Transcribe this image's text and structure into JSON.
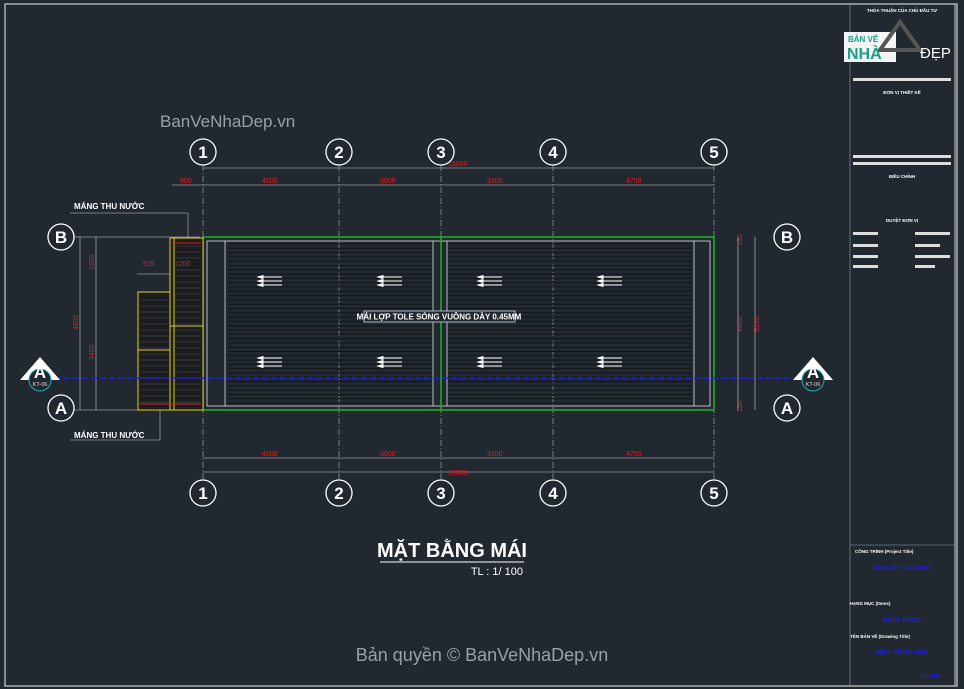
{
  "watermark_top": "BanVeNhaDep.vn",
  "watermark_bottom": "Bản quyền © BanVeNhaDep.vn",
  "drawing": {
    "title": "MẶT BẰNG MÁI",
    "scale": "TL : 1/ 100",
    "grid_columns": [
      "1",
      "2",
      "3",
      "4",
      "5"
    ],
    "grid_rows": [
      "B",
      "A"
    ],
    "top_dims": [
      "900",
      "4000",
      "3000",
      "3300",
      "4700"
    ],
    "bottom_dims": [
      "4000",
      "3000",
      "3300",
      "4700"
    ],
    "overall_dim": "15000",
    "left_dims": [
      "1550",
      "4800",
      "3400"
    ],
    "left_small_dims": [
      "625",
      "1200"
    ],
    "right_dims": [
      "150",
      "4800",
      "5100",
      "150"
    ],
    "gutter_label_top": "MÁNG THU NƯỚC",
    "gutter_label_bottom": "MÁNG THU NƯỚC",
    "roof_note": "MÁI LỢP TOLE SÓNG VUÔNG DÀY 0.45MM",
    "section_marker": "A",
    "section_ref": "KT-06",
    "colors": {
      "background": "#212830",
      "outline": "#22b022",
      "gutter": "#e0d020",
      "section_line": "#1a1aff",
      "dimension": "#e02020"
    }
  },
  "title_block": {
    "logo_line1": "BẢN VẼ",
    "logo_line2": "NHÀ",
    "logo_line3": "ĐẸP",
    "approval": "THỎA THUẬN CỦA CHỦ ĐẦU TƯ",
    "design_unit": "ĐƠN VỊ THIẾT KẾ",
    "revision": "ĐIỀU CHỈNH",
    "approval_list": "DUYỆT ĐƠN VỊ",
    "project_label": "CÔNG TRÌNH (Project Title)",
    "project_name": "NHÀ Ở GIA ĐÌNH",
    "item_label": "HẠNG MỤC (Items)",
    "item_name": "KIẾN TRÚC",
    "drawing_label": "TÊN BẢN VẼ (Drawing Title)",
    "drawing_name": "MẶT BẰNG MÁI",
    "sheet_no": "KT-05"
  }
}
